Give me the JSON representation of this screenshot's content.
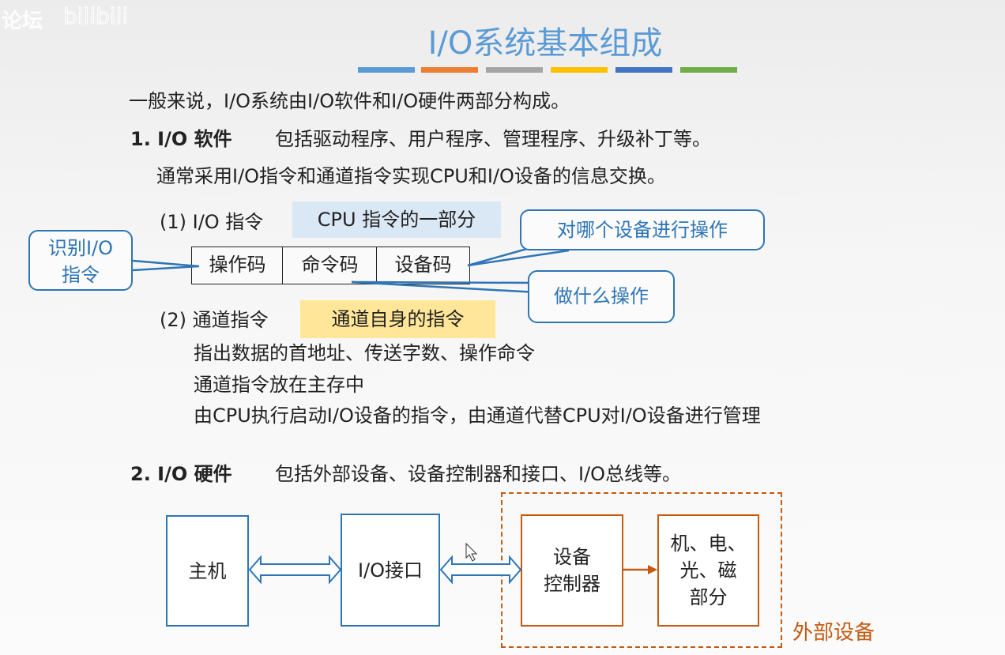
{
  "watermark": {
    "text": "论坛",
    "logo": "bilibili"
  },
  "title": "I/O系统基本组成",
  "title_bar_colors": [
    "#5b9bd5",
    "#ed7d31",
    "#a5a5a5",
    "#ffc000",
    "#4472c4",
    "#70ad47"
  ],
  "intro": "一般来说，I/O系统由I/O软件和I/O硬件两部分构成。",
  "software": {
    "heading": "1. I/O 软件",
    "desc": "包括驱动程序、用户程序、管理程序、升级补丁等。",
    "detail": "通常采用I/O指令和通道指令实现CPU和I/O设备的信息交换。",
    "io_instruction": {
      "label": "(1) I/O 指令",
      "note": "CPU 指令的一部分",
      "fields": [
        "操作码",
        "命令码",
        "设备码"
      ],
      "callouts": {
        "opcode": "识别I/O\n指令",
        "device": "对哪个设备进行操作",
        "command": "做什么操作"
      }
    },
    "channel_instruction": {
      "label": "(2) 通道指令",
      "note": "通道自身的指令",
      "points": [
        "指出数据的首地址、传送字数、操作命令",
        "通道指令放在主存中",
        "由CPU执行启动I/O设备的指令，由通道代替CPU对I/O设备进行管理"
      ]
    }
  },
  "hardware": {
    "heading": "2. I/O 硬件",
    "desc": "包括外部设备、设备控制器和接口、I/O总线等。",
    "blocks": {
      "host": "主机",
      "interface": "I/O接口",
      "controller": "设备\n控制器",
      "parts": "机、电、\n光、磁\n部分"
    },
    "external_label": "外部设备"
  },
  "colors": {
    "blue": "#2e75b6",
    "orange": "#c55a11"
  }
}
